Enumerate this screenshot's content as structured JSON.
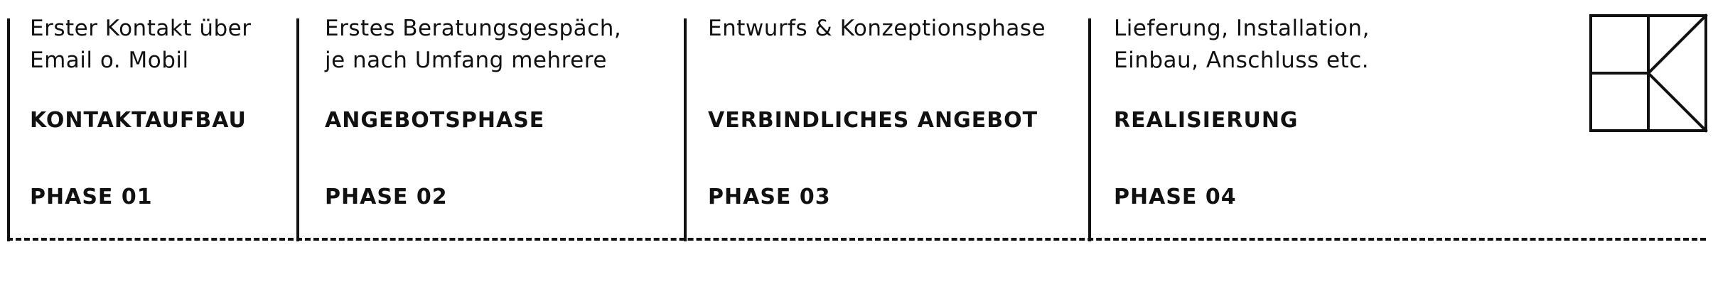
{
  "phases": [
    {
      "description": "Erster Kontakt über\nEmail o. Mobil",
      "title": "KONTAKTAUFBAU",
      "phase_label": "PHASE 01"
    },
    {
      "description": "Erstes Beratungsgespäch,\nje nach Umfang mehrere",
      "title": "ANGEBOTSPHASE",
      "phase_label": "PHASE 02"
    },
    {
      "description": "Entwurfs & Konzeptionsphase",
      "title": "VERBINDLICHES ANGEBOT",
      "phase_label": "PHASE 03"
    },
    {
      "description": "Lieferung, Installation,\nEinbau, Anschluss etc.",
      "title": "REALISIERUNG",
      "phase_label": "PHASE 04"
    }
  ],
  "logo": {
    "icon": "k-monogram-icon"
  }
}
